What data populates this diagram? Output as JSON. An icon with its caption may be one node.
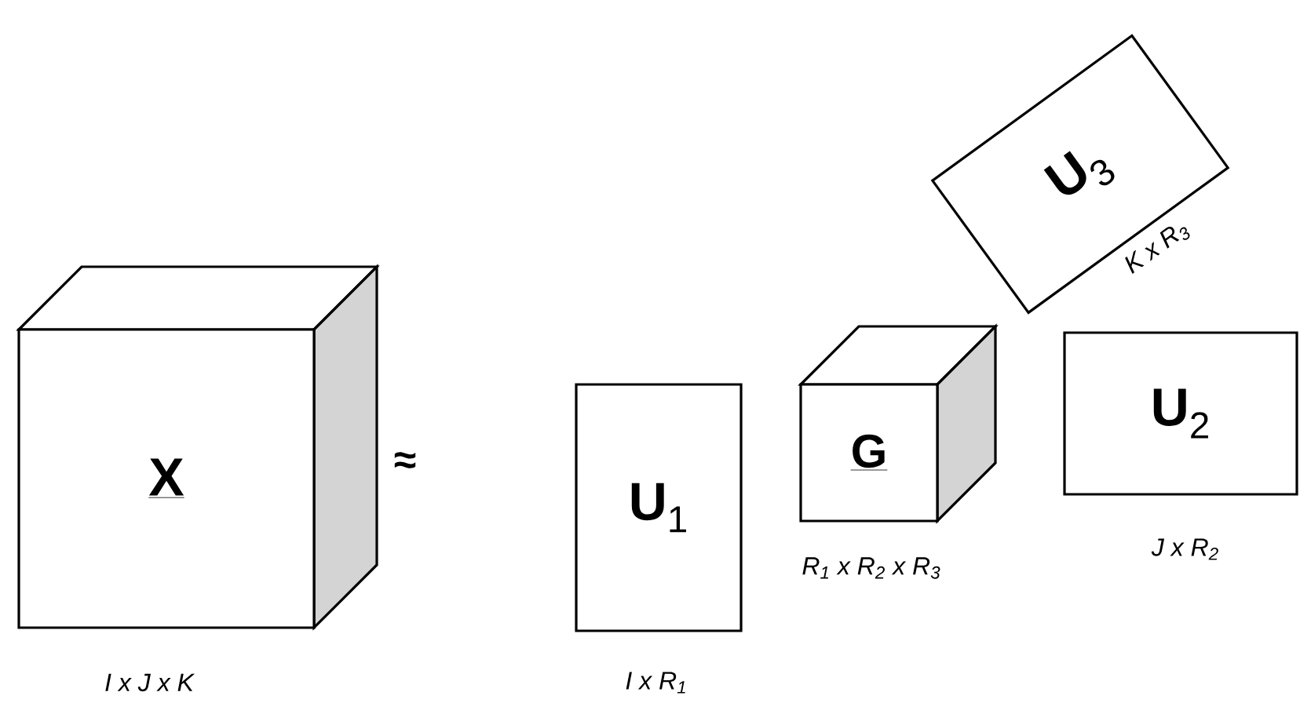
{
  "diagram": {
    "nodes": [
      {
        "text": [
          "X"
        ],
        "beside": [
          "I x J x K"
        ]
      },
      {
        "text": [
          "**U**$_{1}$"
        ],
        "beside": [
          "I x R$_{1}$"
        ]
      },
      {
        "text": [
          "G"
        ],
        "beside": [
          "R$_{1}$ x R$_{2}$ x R$_{3}$"
        ]
      },
      {
        "text": [
          "**U**$_{2}$"
        ],
        "beside": [
          "J x R$_{2}$"
        ]
      },
      {
        "text": [
          "**U**$_{3}$"
        ],
        "beside": [
          "K x R$_{3}$"
        ]
      }
    ],
    "labels": [
      "≈"
    ]
  }
}
